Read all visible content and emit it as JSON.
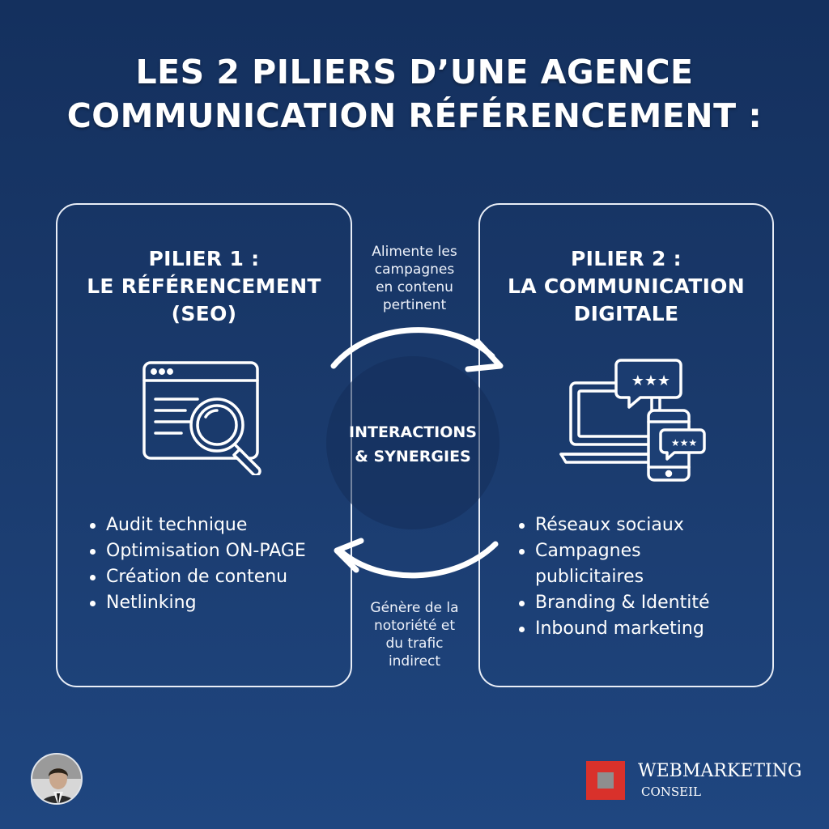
{
  "title": {
    "line1": "LES 2 PILIERS D’UNE AGENCE",
    "line2": "COMMUNICATION RÉFÉRENCEMENT :"
  },
  "pillar1": {
    "heading": [
      "PILIER 1 :",
      "LE RÉFÉRENCEMENT",
      "(SEO)"
    ],
    "icon": "seo-browser-magnifier-icon",
    "items": [
      "Audit technique",
      "Optimisation ON-PAGE",
      "Création de contenu",
      "Netlinking"
    ]
  },
  "pillar2": {
    "heading": [
      "PILIER 2 :",
      "LA COMMUNICATION",
      "DIGITALE"
    ],
    "icon": "laptop-phone-reviews-icon",
    "items": [
      "Réseaux sociaux",
      "Campagnes",
      "publicitaires",
      "Branding & Identité",
      "Inbound marketing"
    ]
  },
  "center": {
    "lines": [
      "INTERACTIONS",
      "& SYNERGIES"
    ]
  },
  "flow_top": [
    "Alimente les",
    "campagnes",
    "en contenu",
    "pertinent"
  ],
  "flow_bottom": [
    "Génère de la",
    "notoriété et",
    "du trafic",
    "indirect"
  ],
  "brand": {
    "name": "WEBMARKETING",
    "sub": "CONSEIL",
    "accent": "#d9312b"
  },
  "colors": {
    "background": "#1a3a6c",
    "line": "#ffffff"
  }
}
